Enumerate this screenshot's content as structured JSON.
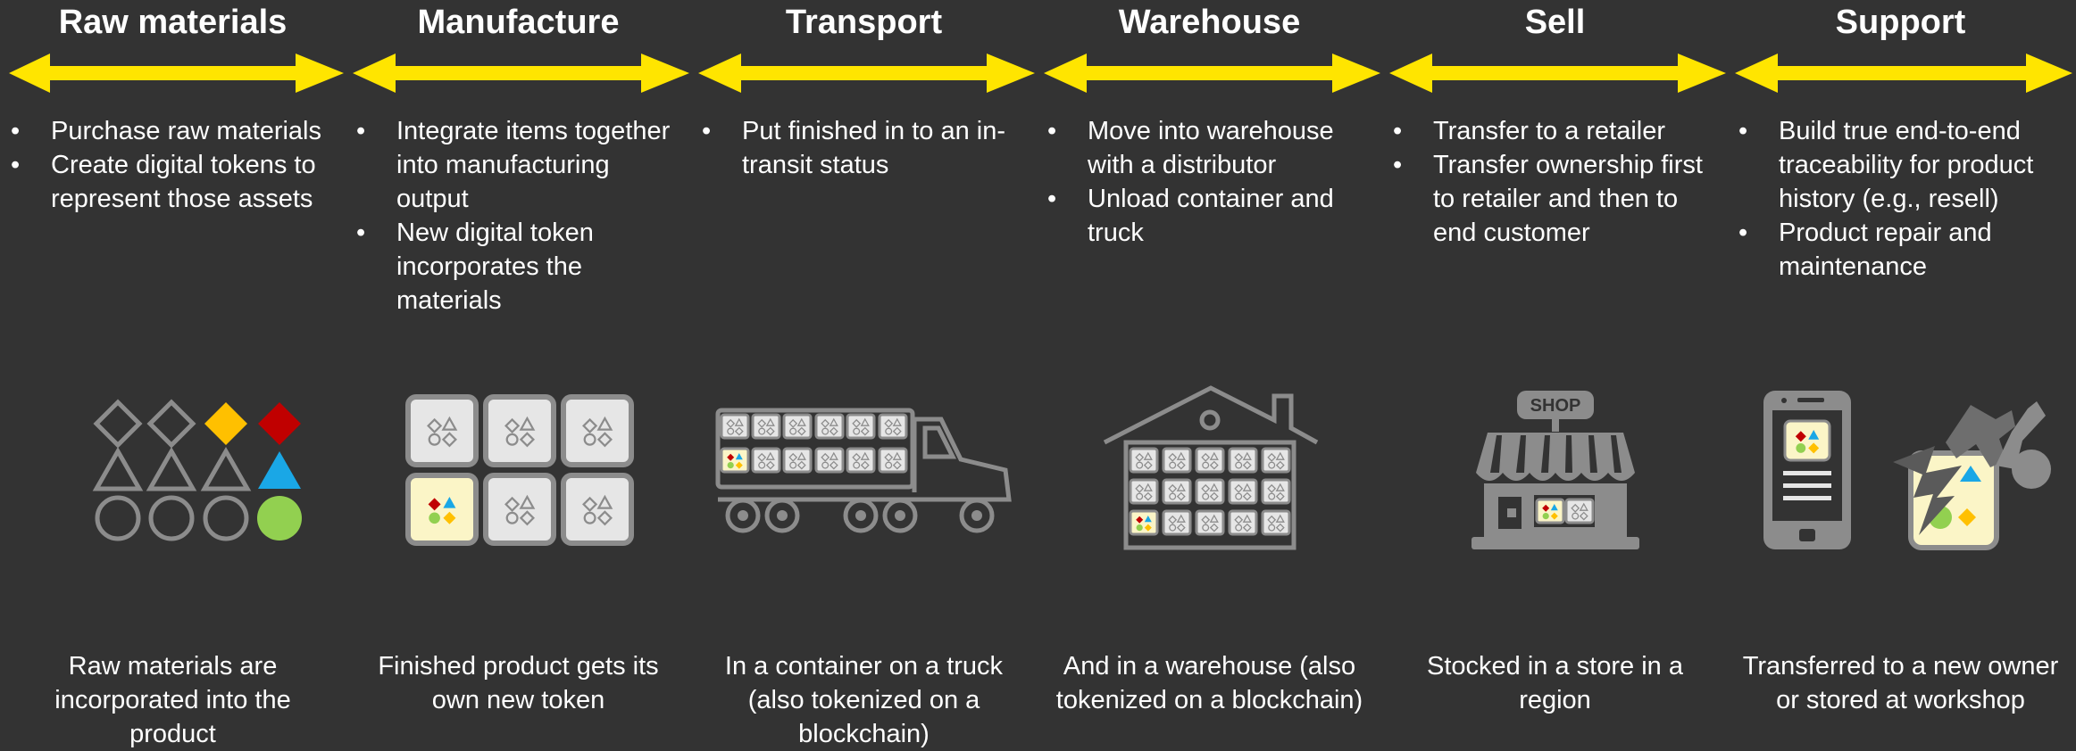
{
  "colors": {
    "background": "#333333",
    "arrow": "#ffe500",
    "icon_gray": "#8c8c8c",
    "tile_bg": "#e6e6e6",
    "token_bg": "#fbf5c7",
    "red": "#c00000",
    "orange": "#ffc000",
    "blue": "#1aa7e6",
    "green": "#92d050"
  },
  "stages": [
    {
      "title": "Raw materials",
      "bullets": [
        "Purchase raw materials",
        "Create digital tokens to represent those assets"
      ],
      "icon": "raw-materials-shapes-icon",
      "caption": "Raw materials are incorporated into the product"
    },
    {
      "title": "Manufacture",
      "bullets": [
        "Integrate items together into manufacturing output",
        "New digital token incorporates the materials"
      ],
      "icon": "manufactured-token-tiles-icon",
      "caption": "Finished product gets its own new token"
    },
    {
      "title": "Transport",
      "bullets": [
        "Put finished in to an in-transit status"
      ],
      "icon": "truck-icon",
      "caption": "In a container on a truck (also tokenized on a blockchain)"
    },
    {
      "title": "Warehouse",
      "bullets": [
        "Move into warehouse with a distributor",
        "Unload container and truck"
      ],
      "icon": "warehouse-icon",
      "caption": "And in a warehouse (also tokenized on a blockchain)"
    },
    {
      "title": "Sell",
      "bullets": [
        "Transfer to a retailer",
        "Transfer ownership first to retailer and then to end customer"
      ],
      "icon": "shop-icon",
      "shop_sign": "SHOP",
      "caption": "Stocked in a store in a region"
    },
    {
      "title": "Support",
      "bullets": [
        "Build true end-to-end traceability for product history (e.g., resell)",
        "Product repair and maintenance"
      ],
      "icon": "phone-repair-icon",
      "caption": "Transferred to a new owner or stored at workshop"
    }
  ]
}
